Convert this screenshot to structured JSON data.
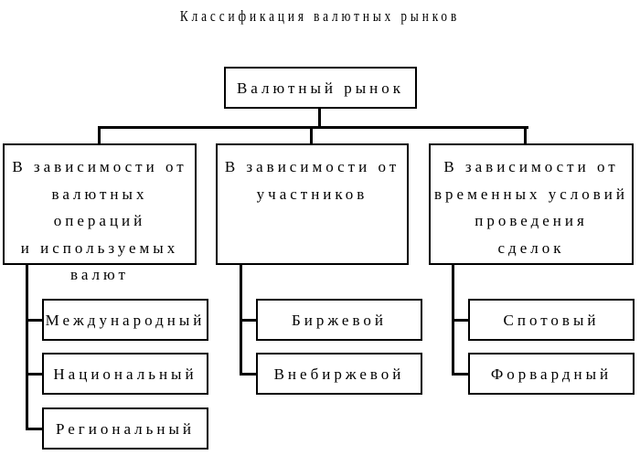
{
  "title": "Классификация валютных рынков",
  "root": "Валютный рынок",
  "categories": [
    {
      "label": "В зависимости от\nвалютных операций\nи используемых\nвалют",
      "items": [
        "Международный",
        "Национальный",
        "Региональный"
      ]
    },
    {
      "label": "В зависимости от\nучастников",
      "items": [
        "Биржевой",
        "Внебиржевой"
      ]
    },
    {
      "label": "В зависимости от\nвременных условий\nпроведения\nсделок",
      "items": [
        "Спотовый",
        "Форвардный"
      ]
    }
  ]
}
